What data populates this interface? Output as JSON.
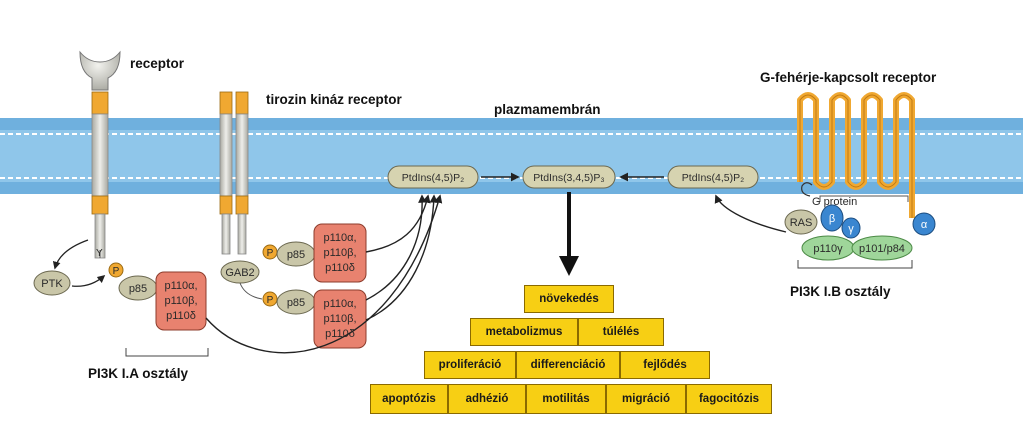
{
  "labels": {
    "receptor": "receptor",
    "rtk": "tirozin kináz receptor",
    "membrane": "plazmamembrán",
    "gpcr": "G-fehérje-kapcsolt receptor",
    "class_ia": "PI3K I.A osztály",
    "class_ib": "PI3K I.B osztály"
  },
  "molecules": {
    "ptk": "PTK",
    "p": "P",
    "p85": "p85",
    "y": "Y",
    "gab2": "GAB2",
    "p110_a": "p110α,",
    "p110_b": "p110β,",
    "p110_d": "p110δ",
    "pip2_left": "PtdIns(4,5)P₂",
    "pip3": "PtdIns(3,4,5)P₃",
    "pip2_right": "PtdIns(4,5)P₂",
    "g_protein": "G protein",
    "ras": "RAS",
    "beta": "β",
    "gamma": "γ",
    "alpha": "α",
    "p110g": "p110γ",
    "p101": "p101/p84"
  },
  "outcomes": {
    "row1": [
      "növekedés"
    ],
    "row2": [
      "metabolizmus",
      "túlélés"
    ],
    "row3": [
      "proliferáció",
      "differenciáció",
      "fejlődés"
    ],
    "row4": [
      "apoptózis",
      "adhézió",
      "motilitás",
      "migráció",
      "fagocitózis"
    ]
  },
  "colors": {
    "membrane": "#8fc6ea",
    "receptor_gray": "#cfcfc8",
    "receptor_band": "#f0a831",
    "p110_box": "#e8826f",
    "outcome_box": "#f7cf14",
    "pip_pill": "#d6d3b0",
    "g_blue": "#3a86d0",
    "green_sub": "#9fd69a"
  }
}
